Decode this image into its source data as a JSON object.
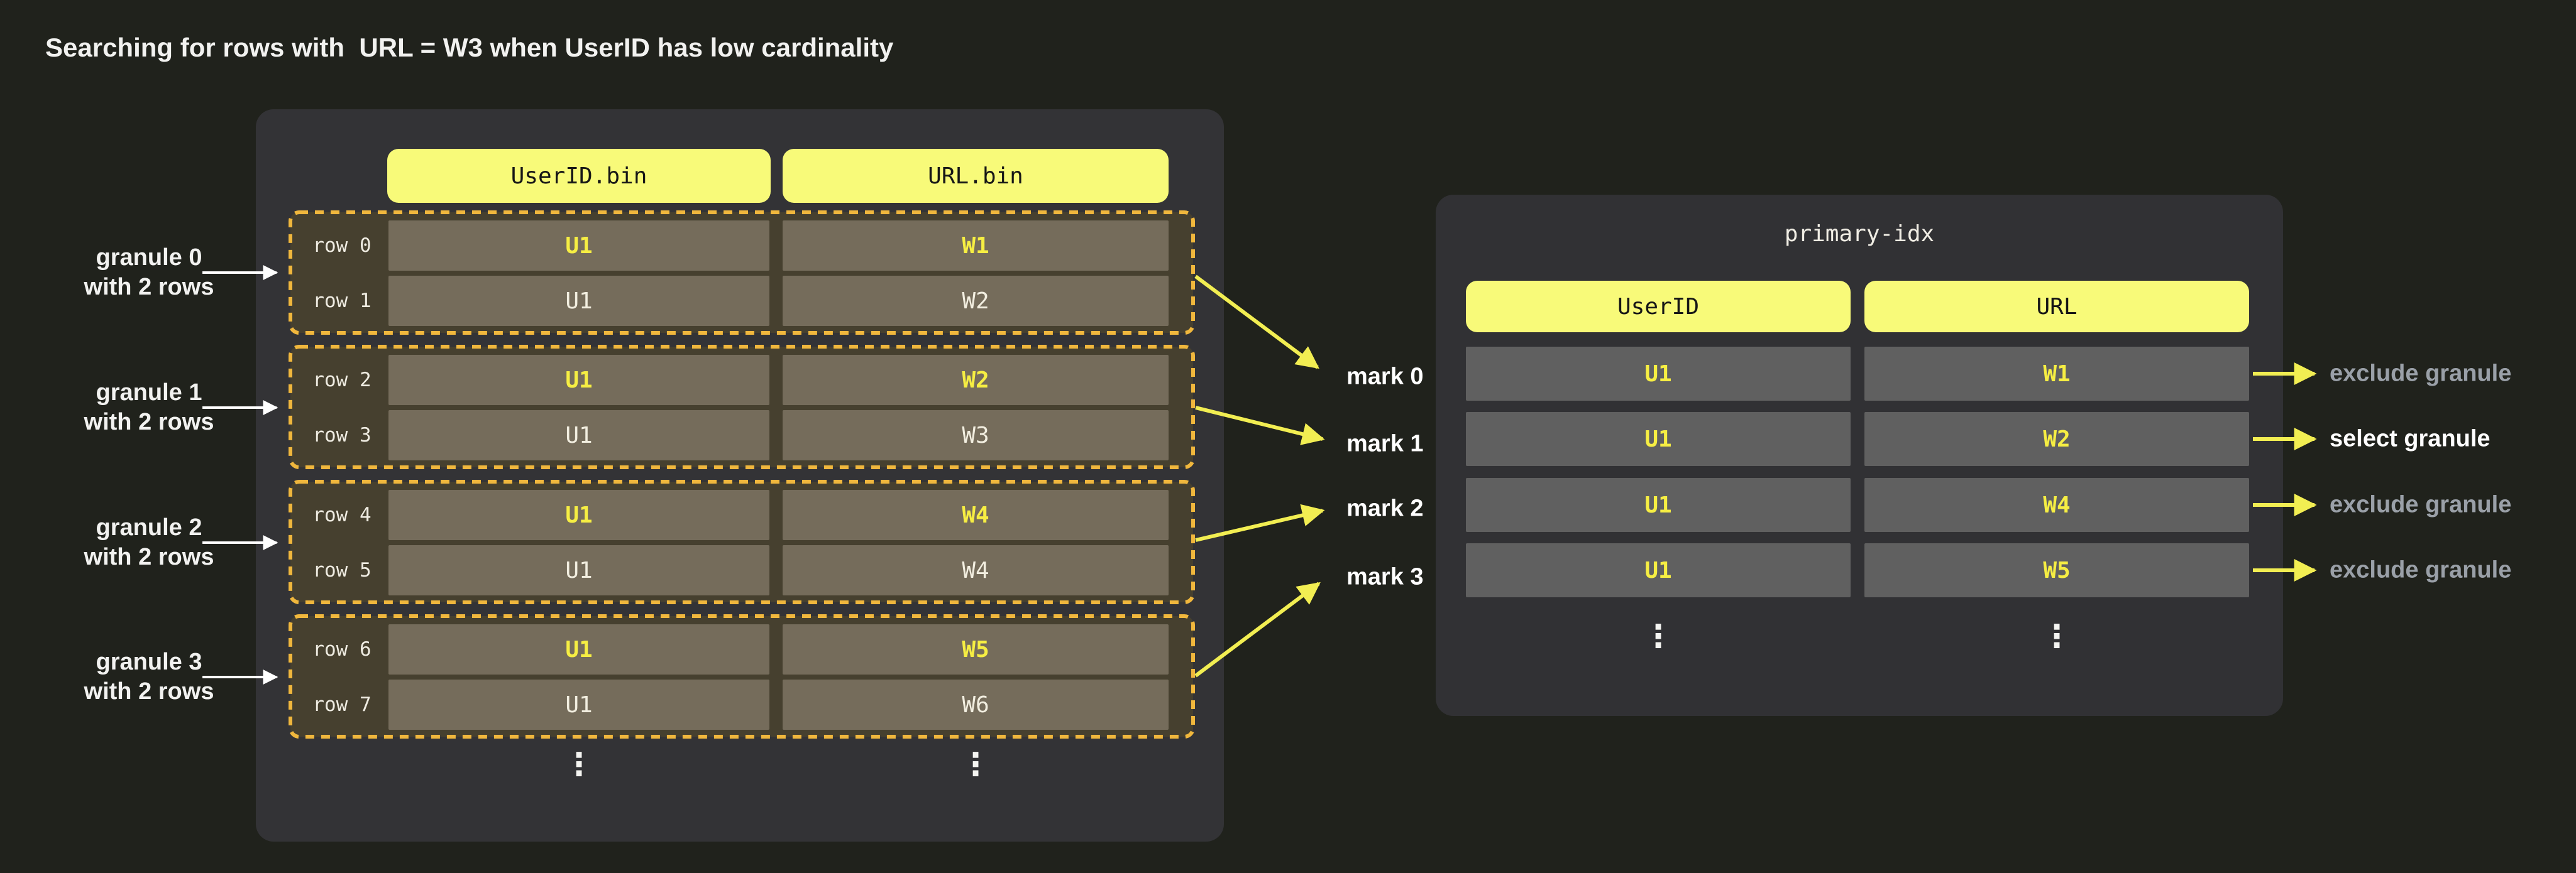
{
  "title": "Searching for rows with  URL = W3 when UserID has low cardinality",
  "colors": {
    "background": "#20221c",
    "panel": "#333336",
    "accent_yellow_pill": "#f8fa79",
    "gold_dashed_border": "#f0b73d",
    "highlight_text_yellow": "#f6ee43",
    "arrow_yellow": "#f2ee52",
    "cell_left": "#756c5b",
    "cell_right": "#606060",
    "muted_label_gray": "#9aa0a8"
  },
  "column_files": {
    "columns": [
      "UserID.bin",
      "URL.bin"
    ]
  },
  "granules": [
    {
      "label_line1": "granule 0",
      "label_line2": "with 2 rows",
      "rows": [
        {
          "label": "row 0",
          "userid": "U1",
          "url": "W1"
        },
        {
          "label": "row 1",
          "userid": "U1",
          "url": "W2"
        }
      ]
    },
    {
      "label_line1": "granule 1",
      "label_line2": "with 2 rows",
      "rows": [
        {
          "label": "row 2",
          "userid": "U1",
          "url": "W2"
        },
        {
          "label": "row 3",
          "userid": "U1",
          "url": "W3"
        }
      ]
    },
    {
      "label_line1": "granule 2",
      "label_line2": "with 2 rows",
      "rows": [
        {
          "label": "row 4",
          "userid": "U1",
          "url": "W4"
        },
        {
          "label": "row 5",
          "userid": "U1",
          "url": "W4"
        }
      ]
    },
    {
      "label_line1": "granule 3",
      "label_line2": "with 2 rows",
      "rows": [
        {
          "label": "row 6",
          "userid": "U1",
          "url": "W5"
        },
        {
          "label": "row 7",
          "userid": "U1",
          "url": "W6"
        }
      ]
    }
  ],
  "ellipsis": "⋮",
  "marks": [
    {
      "label": "mark 0"
    },
    {
      "label": "mark 1"
    },
    {
      "label": "mark 2"
    },
    {
      "label": "mark 3"
    }
  ],
  "primary_index": {
    "title": "primary-idx",
    "columns": [
      "UserID",
      "URL"
    ],
    "rows": [
      {
        "userid": "U1",
        "url": "W1"
      },
      {
        "userid": "U1",
        "url": "W2"
      },
      {
        "userid": "U1",
        "url": "W4"
      },
      {
        "userid": "U1",
        "url": "W5"
      }
    ]
  },
  "decisions": [
    {
      "label": "exclude granule"
    },
    {
      "label": "select granule"
    },
    {
      "label": "exclude granule"
    },
    {
      "label": "exclude granule"
    }
  ]
}
